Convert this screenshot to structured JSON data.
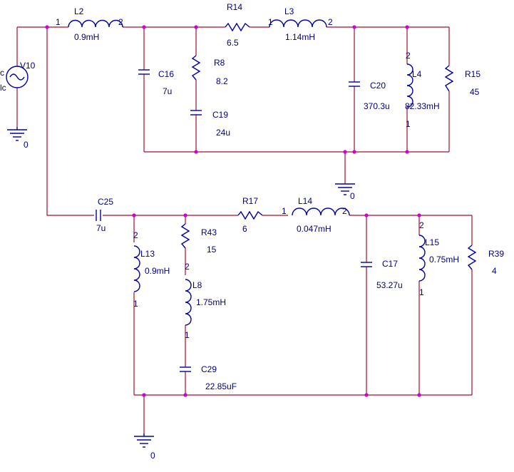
{
  "colors": {
    "wire": "#a01030",
    "component": "#0000a0",
    "text": "#000080",
    "junction": "#d000d0"
  },
  "components": {
    "v10": {
      "ref": "V10",
      "pin_top": "c",
      "pin_bottom": "lc"
    },
    "l2": {
      "ref": "L2",
      "value": "0.9mH",
      "pin1": "1",
      "pin2": "2"
    },
    "r14": {
      "ref": "R14",
      "value": "6.5"
    },
    "l3": {
      "ref": "L3",
      "value": "1.14mH",
      "pin1": "1",
      "pin2": "2"
    },
    "c16": {
      "ref": "C16",
      "value": "7u"
    },
    "r8": {
      "ref": "R8",
      "value": "8.2"
    },
    "c19": {
      "ref": "C19",
      "value": "24u"
    },
    "c20": {
      "ref": "C20",
      "value": "370.3u"
    },
    "l4": {
      "ref": "L4",
      "value": "82.33mH",
      "pin1": "1",
      "pin2": "2"
    },
    "r15": {
      "ref": "R15",
      "value": "45"
    },
    "c25": {
      "ref": "C25",
      "value": "7u"
    },
    "r17": {
      "ref": "R17",
      "value": "6"
    },
    "l14": {
      "ref": "L14",
      "value": "0.047mH",
      "pin1": "1",
      "pin2": "2"
    },
    "l13": {
      "ref": "L13",
      "value": "0.9mH",
      "pin1": "1",
      "pin2": "2"
    },
    "r43": {
      "ref": "R43",
      "value": "15"
    },
    "l8": {
      "ref": "L8",
      "value": "1.75mH",
      "pin1": "1",
      "pin2": "2"
    },
    "c29": {
      "ref": "C29",
      "value": "22.85uF"
    },
    "c17": {
      "ref": "C17",
      "value": "53.27u"
    },
    "l15": {
      "ref": "L15",
      "value": "0.75mH",
      "pin1": "1",
      "pin2": "2"
    },
    "r39": {
      "ref": "R39",
      "value": "4"
    }
  },
  "grounds": [
    {
      "label": "0"
    },
    {
      "label": "0"
    },
    {
      "label": "0"
    }
  ]
}
